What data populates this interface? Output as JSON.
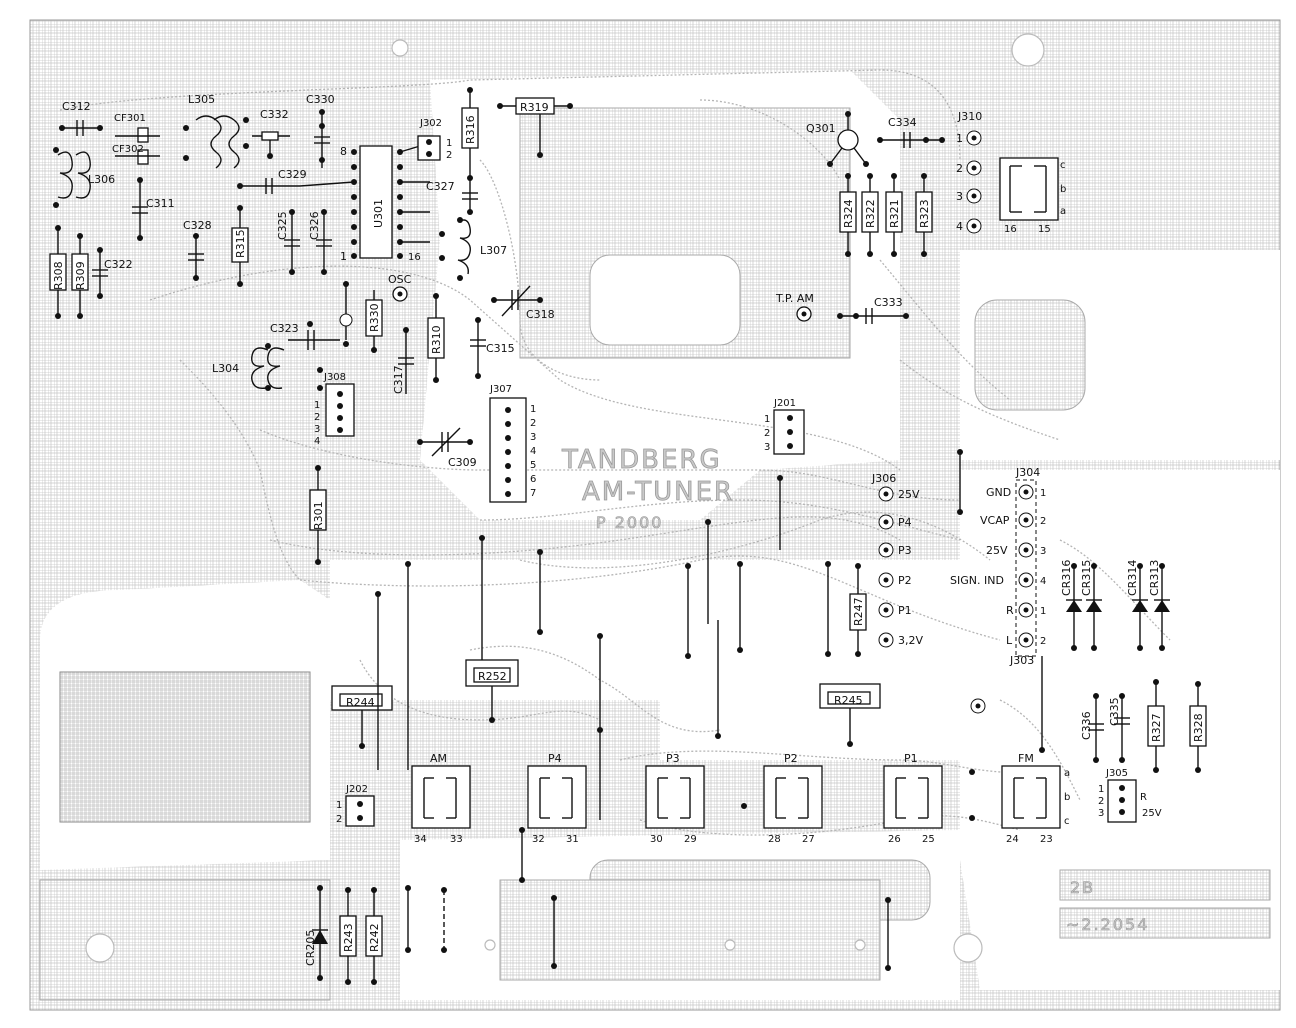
{
  "board": {
    "title_line1": "TANDBERG",
    "title_line2": "AM-TUNER",
    "title_line3": "P 2000",
    "stamp_line1": "2B",
    "stamp_line2": "~2.2054"
  },
  "capacitors": [
    "C312",
    "CF301",
    "CF302",
    "C332",
    "C330",
    "C329",
    "C311",
    "C328",
    "C325",
    "C326",
    "C322",
    "C327",
    "C318",
    "C323",
    "C317",
    "C315",
    "C309",
    "C334",
    "C333",
    "C336",
    "C335"
  ],
  "inductors": [
    "L305",
    "L306",
    "L307",
    "L304"
  ],
  "resistors": [
    "R316",
    "R319",
    "R308",
    "R309",
    "R315",
    "R330",
    "R310",
    "R301",
    "R324",
    "R322",
    "R321",
    "R323",
    "R247",
    "R252",
    "R244",
    "R245",
    "R243",
    "R242",
    "R327",
    "R328"
  ],
  "transistors": [
    "Q301"
  ],
  "ic": [
    "U301"
  ],
  "ic_pins": {
    "top_left": "8",
    "bottom_left": "1",
    "bottom_right": "16"
  },
  "jacks": [
    "J302",
    "J310",
    "J308",
    "J307",
    "J201",
    "J306",
    "J304",
    "J303",
    "J305",
    "J202"
  ],
  "j302_pins": [
    "1",
    "2"
  ],
  "j310_pins": [
    "1",
    "2",
    "3",
    "4"
  ],
  "j310_switch_pins": [
    "16",
    "15",
    "c",
    "b",
    "a"
  ],
  "j308_pins": [
    "1",
    "2",
    "3",
    "4"
  ],
  "j307_pins": [
    "1",
    "2",
    "3",
    "4",
    "5",
    "6",
    "7"
  ],
  "j201_pins": [
    "1",
    "2",
    "3"
  ],
  "j306_labels": [
    "25V",
    "P4",
    "P3",
    "P2",
    "P1",
    "3,2V"
  ],
  "j304_labels": [
    "GND",
    "VCAP",
    "25V",
    "SIGN. IND",
    "R",
    "L"
  ],
  "j304_pins": [
    "1",
    "2",
    "3",
    "4",
    "1",
    "2"
  ],
  "j305_pins": [
    "1",
    "2",
    "3"
  ],
  "j305_extra": [
    "R",
    "25V"
  ],
  "j202_pins": [
    "1",
    "2"
  ],
  "diodes": [
    "CR316",
    "CR315",
    "CR314",
    "CR313",
    "CR205"
  ],
  "test_points": [
    "OSC",
    "T.P. AM"
  ],
  "switches": [
    {
      "name": "AM",
      "left": "34",
      "right": "33"
    },
    {
      "name": "P4",
      "left": "32",
      "right": "31"
    },
    {
      "name": "P3",
      "left": "30",
      "right": "29"
    },
    {
      "name": "P2",
      "left": "28",
      "right": "27"
    },
    {
      "name": "P1",
      "left": "26",
      "right": "25"
    },
    {
      "name": "FM",
      "left": "24",
      "right": "23"
    }
  ],
  "fm_switch_letters": [
    "a",
    "b",
    "c"
  ],
  "colors": {
    "ink": "#111111",
    "trace": "#b5b5b5",
    "hatch": "#c4c4c4",
    "paper": "#ffffff"
  }
}
